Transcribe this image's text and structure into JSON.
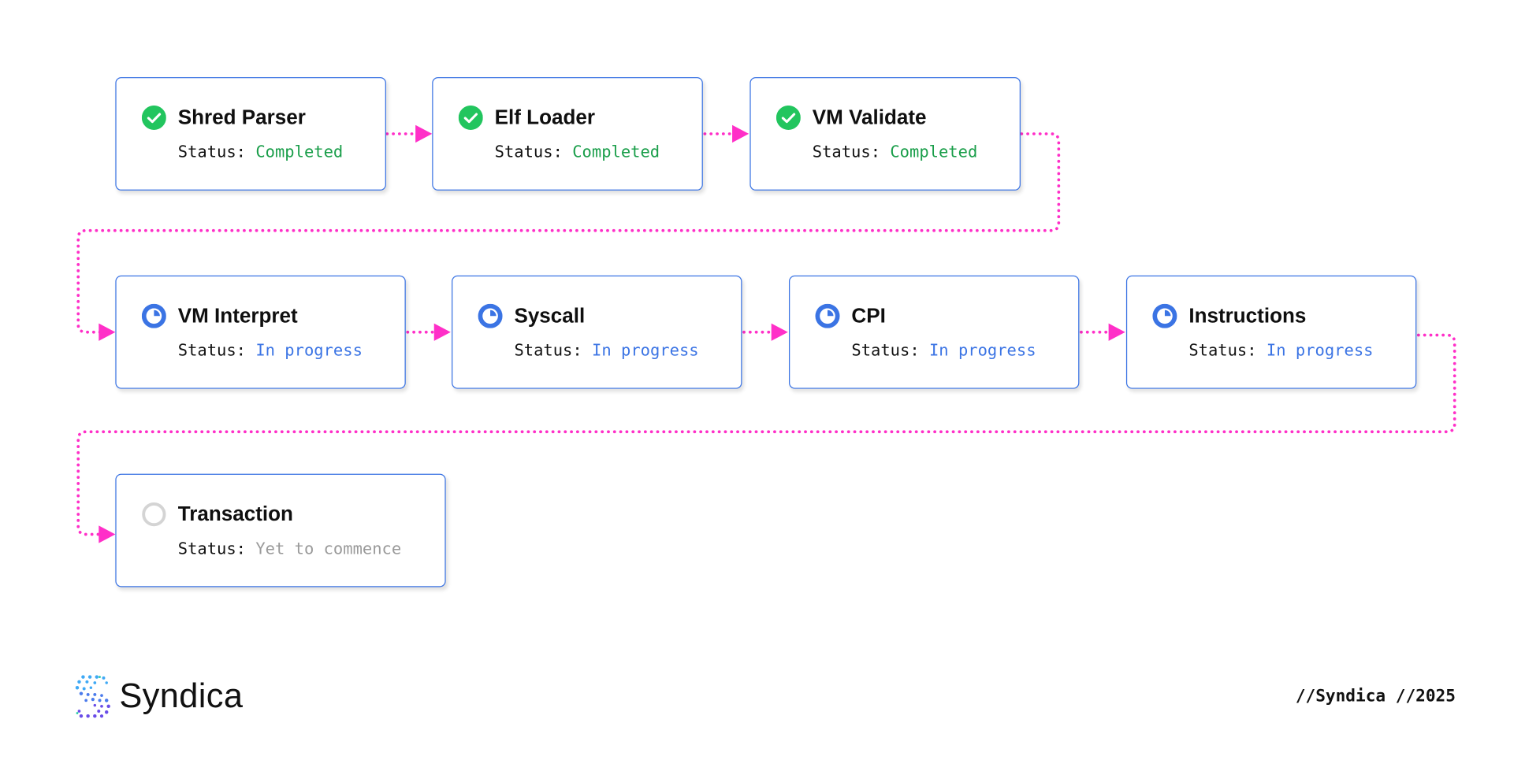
{
  "stages": [
    {
      "title": "Shred Parser",
      "status_label": "Status:",
      "status": "Completed",
      "state": "completed",
      "icon": "check-circle-icon"
    },
    {
      "title": "Elf Loader",
      "status_label": "Status:",
      "status": "Completed",
      "state": "completed",
      "icon": "check-circle-icon"
    },
    {
      "title": "VM Validate",
      "status_label": "Status:",
      "status": "Completed",
      "state": "completed",
      "icon": "check-circle-icon"
    },
    {
      "title": "VM Interpret",
      "status_label": "Status:",
      "status": "In progress",
      "state": "progress",
      "icon": "clock-icon"
    },
    {
      "title": "Syscall",
      "status_label": "Status:",
      "status": "In progress",
      "state": "progress",
      "icon": "clock-icon"
    },
    {
      "title": "CPI",
      "status_label": "Status:",
      "status": "In progress",
      "state": "progress",
      "icon": "clock-icon"
    },
    {
      "title": "Instructions",
      "status_label": "Status:",
      "status": "In progress",
      "state": "progress",
      "icon": "clock-icon"
    },
    {
      "title": "Transaction",
      "status_label": "Status:",
      "status": "Yet to commence",
      "state": "pending",
      "icon": "empty-circle-icon"
    }
  ],
  "colors": {
    "card_border": "#3b74e4",
    "completed": "#1a9e4a",
    "completed_icon": "#22c55e",
    "in_progress": "#3b74e4",
    "pending": "#9a9a9a",
    "pending_icon": "#d4d4d4",
    "connector": "#ff2fc8"
  },
  "brand": {
    "name": "Syndica",
    "logo_icon": "syndica-logo-icon"
  },
  "footer": {
    "tag": "//Syndica //2025"
  }
}
